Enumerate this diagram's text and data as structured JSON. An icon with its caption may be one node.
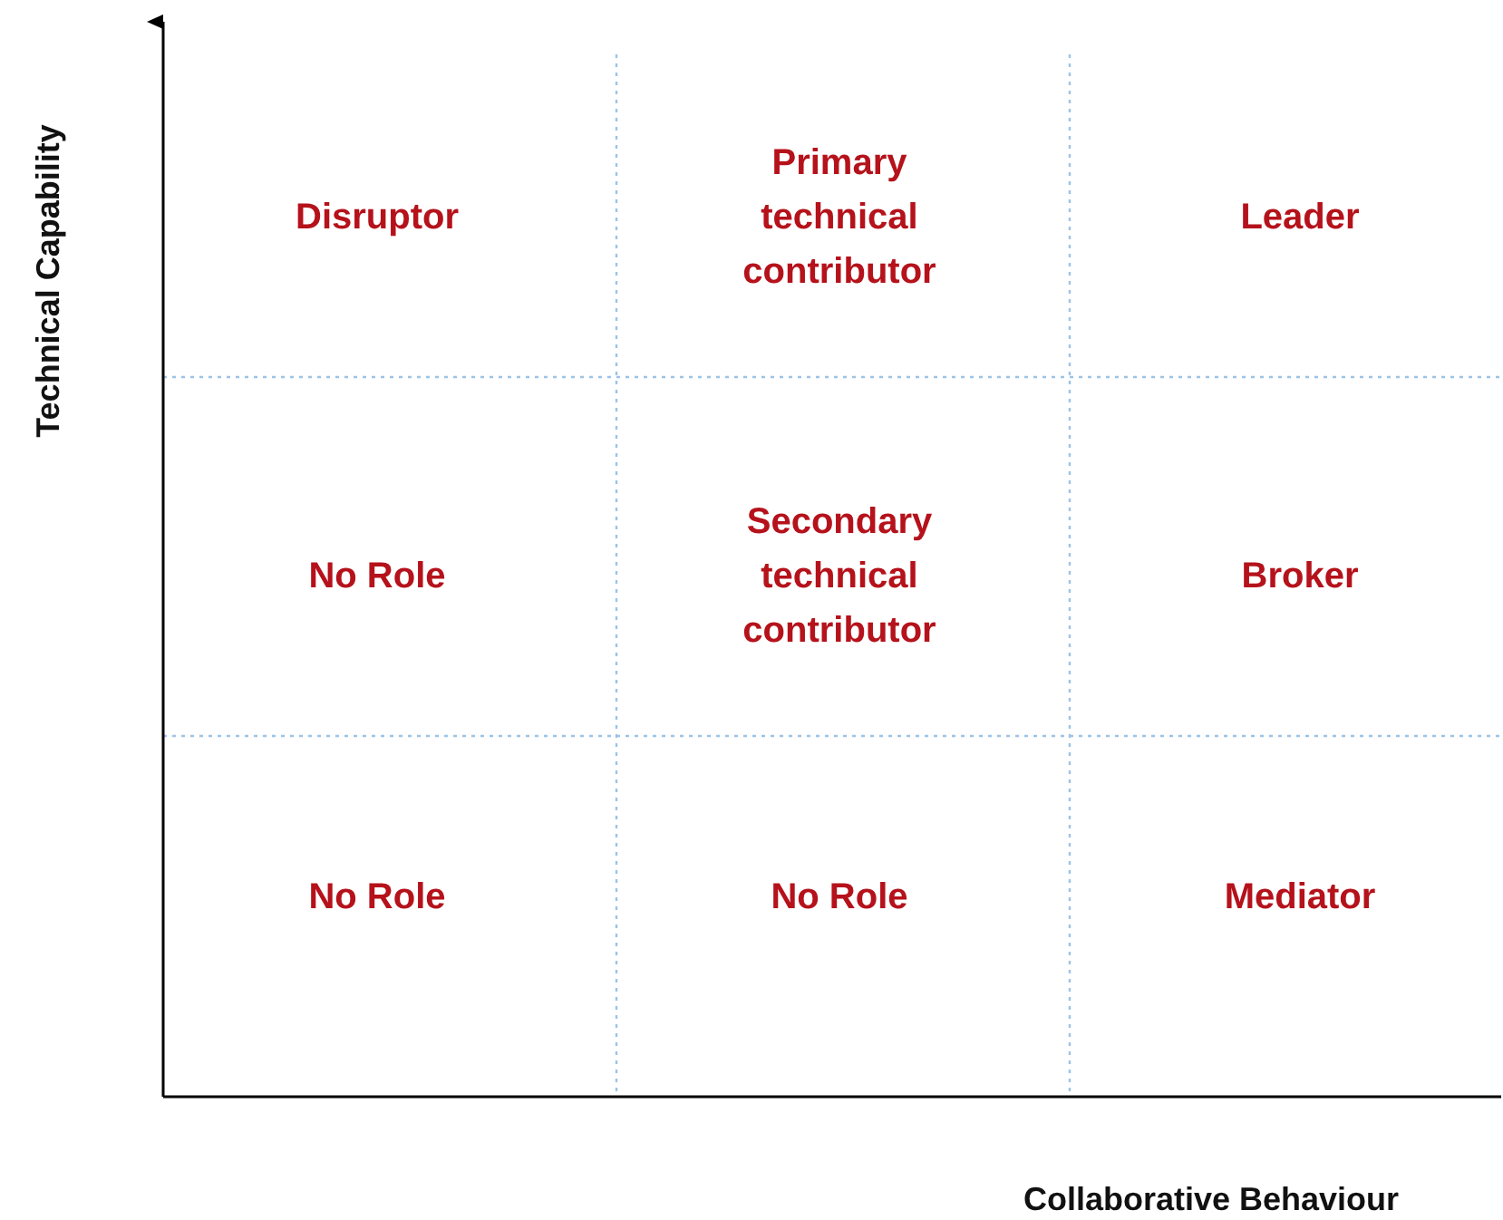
{
  "diagram": {
    "labels": [
      "Technical Capability",
      "Disruptor",
      "Primary technical contributor",
      "Leader",
      "No Role",
      "Secondary technical contributor",
      "Broker",
      "No Role",
      "No Role",
      "Mediator",
      "Collaborative Behaviour"
    ]
  }
}
